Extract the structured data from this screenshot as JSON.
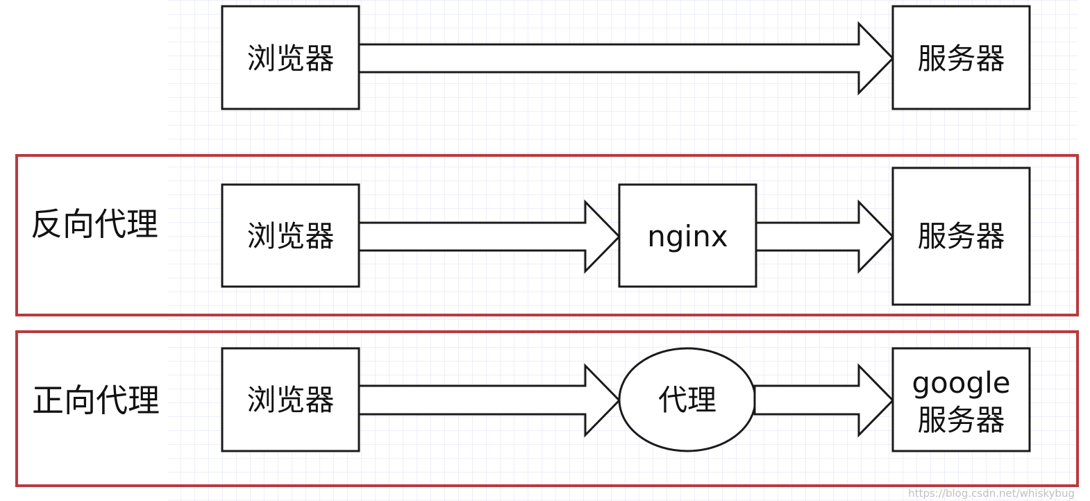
{
  "rows": [
    {
      "label": "",
      "nodes": [
        {
          "text": "浏览器"
        },
        {
          "text": "服务器"
        }
      ]
    },
    {
      "label": "反向代理",
      "nodes": [
        {
          "text": "浏览器"
        },
        {
          "text": "nginx"
        },
        {
          "text": "服务器"
        }
      ]
    },
    {
      "label": "正向代理",
      "nodes": [
        {
          "text": "浏览器"
        },
        {
          "text": "代理"
        },
        {
          "text": "google",
          "text2": "服务器"
        }
      ]
    }
  ],
  "watermark": "https://blog.csdn.net/whiskybug",
  "colors": {
    "grid": "#e3e3f6",
    "frame": "#b83a3f",
    "stroke": "#1a1a1a",
    "fill": "#ffffff"
  }
}
